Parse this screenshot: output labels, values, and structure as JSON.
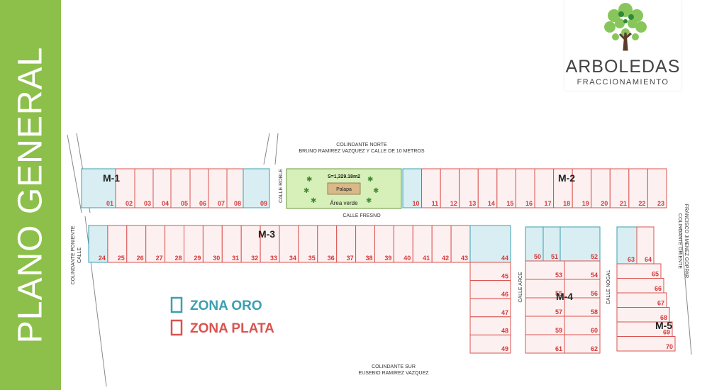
{
  "sidebar": {
    "title": "PLANO GENERAL"
  },
  "logo": {
    "name": "ARBOLEDAS",
    "subtitle": "FRACCIONAMIENTO"
  },
  "colors": {
    "oro": "#3aa0b0",
    "plata": "#d9534f",
    "sidebar": "#8cc04a",
    "park": "#d7efb8"
  },
  "boundaries": {
    "north": [
      "COLINDANTE NORTE",
      "BRUNO RAMIREZ VAZQUEZ Y CALLE DE 10 METROS"
    ],
    "south": [
      "COLINDANTE SUR",
      "EUSEBIO RAMIREZ VAZQUEZ"
    ],
    "west": [
      "COLINDANTE PONIENTE",
      "CALLE"
    ],
    "east": [
      "COLINDANTE ORIENTE",
      "FRANCISCO JIMENEZ GOPPAR"
    ]
  },
  "streets": {
    "fresno": "CALLE FRESNO",
    "roble": "CALLE ROBLE",
    "arce": "CALLE ARCE",
    "nogal": "CALLE NOGAL"
  },
  "park": {
    "area": "S=1,329.18m2",
    "palapa": "Palapa",
    "label": "Área verde"
  },
  "blocks": {
    "m1": "M-1",
    "m2": "M-2",
    "m3": "M-3",
    "m4": "M-4",
    "m5": "M-5"
  },
  "legend": {
    "oro": "ZONA ORO",
    "plata": "ZONA PLATA"
  },
  "lots": {
    "m1": [
      "01",
      "02",
      "03",
      "04",
      "05",
      "06",
      "07",
      "08",
      "09"
    ],
    "m2": [
      "10",
      "11",
      "12",
      "13",
      "14",
      "15",
      "16",
      "17",
      "18",
      "19",
      "20",
      "21",
      "22",
      "23"
    ],
    "m3": [
      "24",
      "25",
      "26",
      "27",
      "28",
      "29",
      "30",
      "31",
      "32",
      "33",
      "34",
      "35",
      "36",
      "37",
      "38",
      "39",
      "40",
      "41",
      "42",
      "43"
    ],
    "m3_right": [
      "44",
      "45",
      "46",
      "47",
      "48",
      "49"
    ],
    "m4_left": [
      "50",
      "51",
      "52"
    ],
    "m4_rows": [
      "53",
      "54",
      "55",
      "56",
      "57",
      "58",
      "59",
      "60",
      "61",
      "62"
    ],
    "m5": [
      "63",
      "64",
      "65",
      "66",
      "67",
      "68",
      "69",
      "70"
    ]
  },
  "oro_lots": [
    "01",
    "09",
    "10",
    "24",
    "44",
    "50",
    "51",
    "52",
    "63"
  ]
}
